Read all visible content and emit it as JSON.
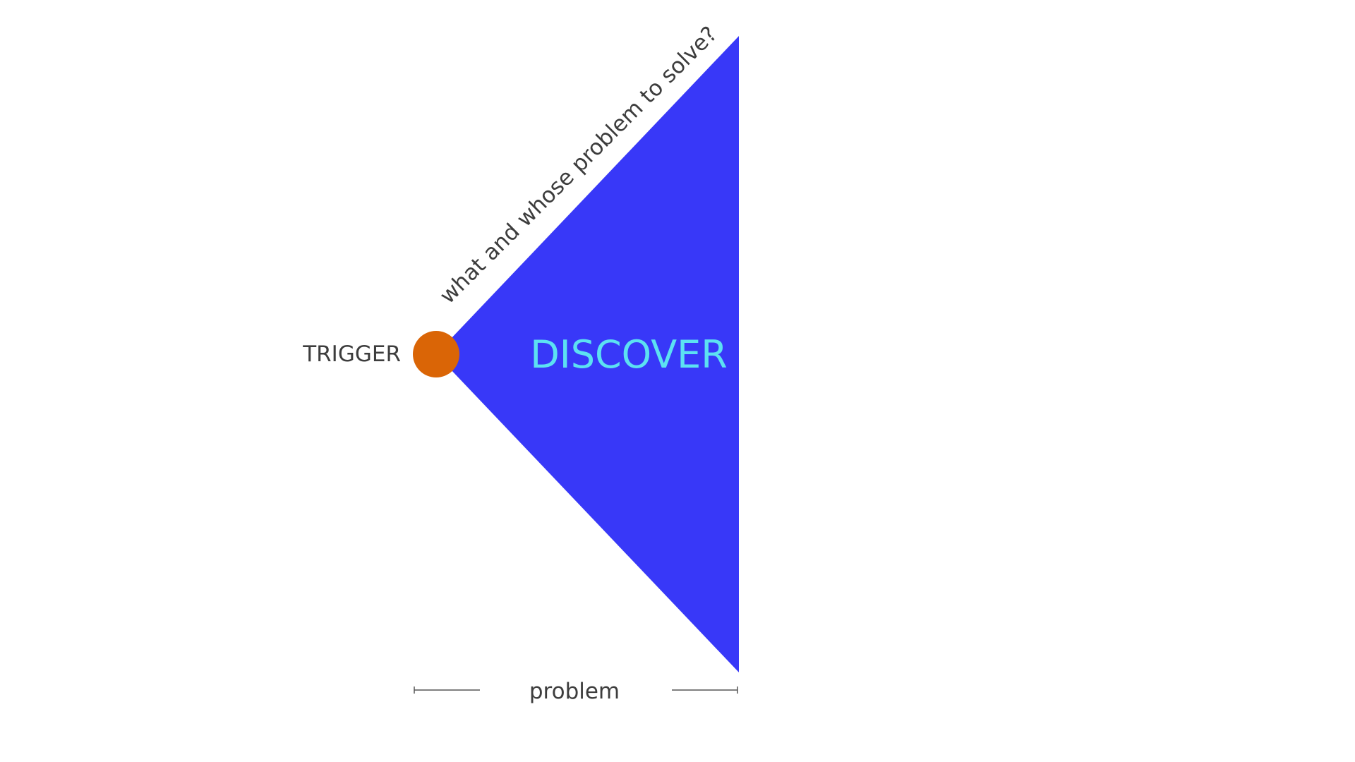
{
  "diagram": {
    "phase_label": "DISCOVER",
    "start_label": "TRIGGER",
    "question_label": "what and whose problem to solve?",
    "span_label": "problem",
    "colors": {
      "triangle": "#3838F8",
      "trigger_dot": "#DA6506",
      "phase_text": "#5CE1F2",
      "text": "#3D3D3D",
      "line": "#555555"
    }
  }
}
